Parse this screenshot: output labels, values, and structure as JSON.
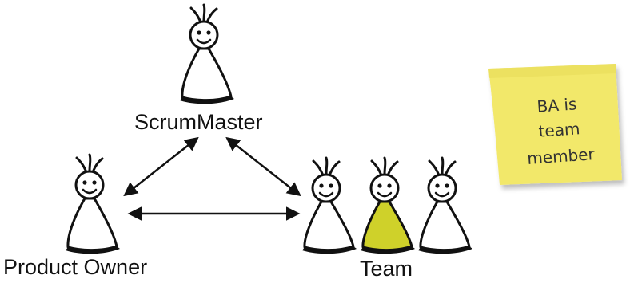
{
  "roles": {
    "scrum_master": "ScrumMaster",
    "product_owner": "Product Owner",
    "team": "Team"
  },
  "sticky_note": {
    "lines": [
      "BA is",
      "team",
      "member"
    ],
    "color": "#f2e86a"
  },
  "colors": {
    "figure_outline": "#111111",
    "figure_fill": "#ffffff",
    "highlight_fill": "#cfd12a",
    "arrow": "#111111"
  },
  "icons": [
    "person-figure-icon",
    "double-arrow-icon",
    "sticky-note-icon"
  ]
}
